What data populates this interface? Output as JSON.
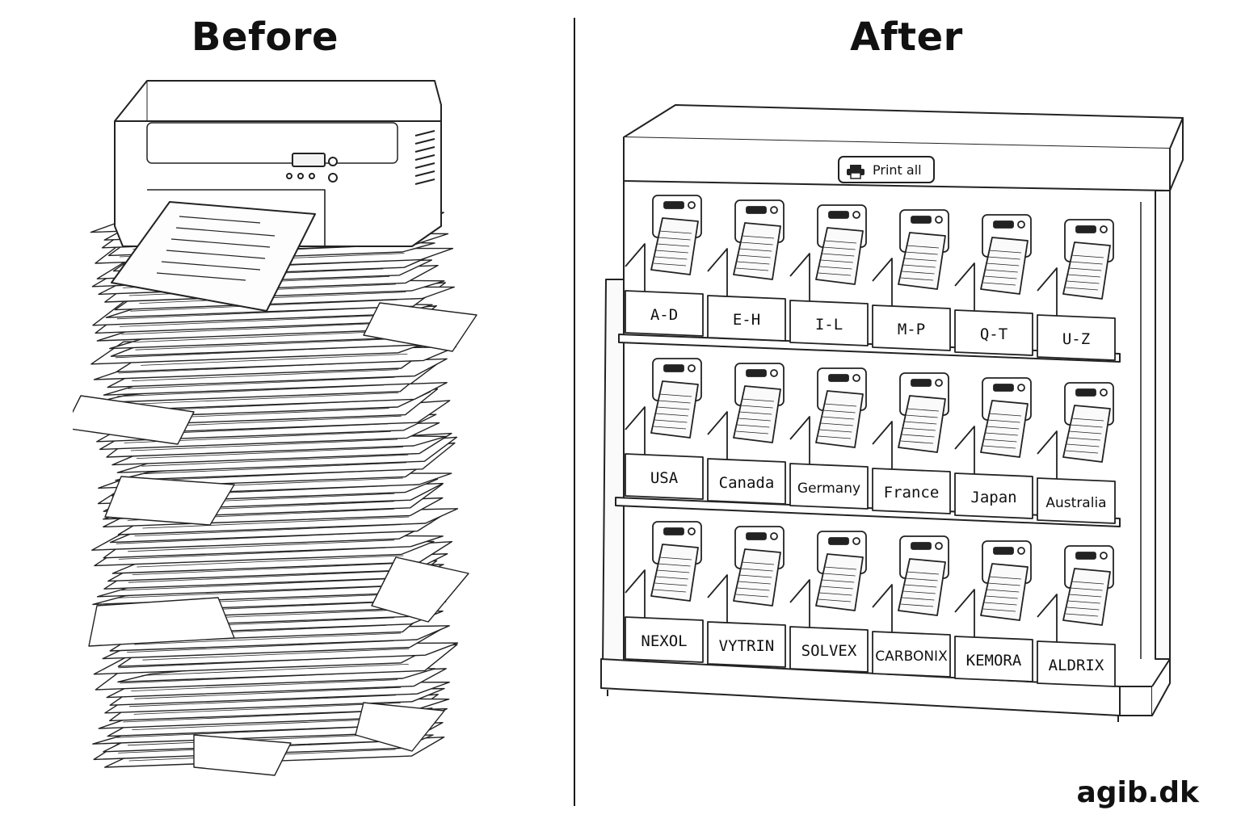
{
  "panels": {
    "before": {
      "title": "Before"
    },
    "after": {
      "title": "After",
      "print_all_label": "Print all",
      "shelves": [
        {
          "bins": [
            "A-D",
            "E-H",
            "I-L",
            "M-P",
            "Q-T",
            "U-Z"
          ]
        },
        {
          "bins": [
            "USA",
            "Canada",
            "Germany",
            "France",
            "Japan",
            "Australia"
          ]
        },
        {
          "bins": [
            "NEXOL",
            "VYTRIN",
            "SOLVEX",
            "CARBONIX",
            "KEMORA",
            "ALDRIX"
          ]
        }
      ]
    }
  },
  "brand": "agib.dk",
  "icons": {
    "print_all": "printer-icon"
  }
}
